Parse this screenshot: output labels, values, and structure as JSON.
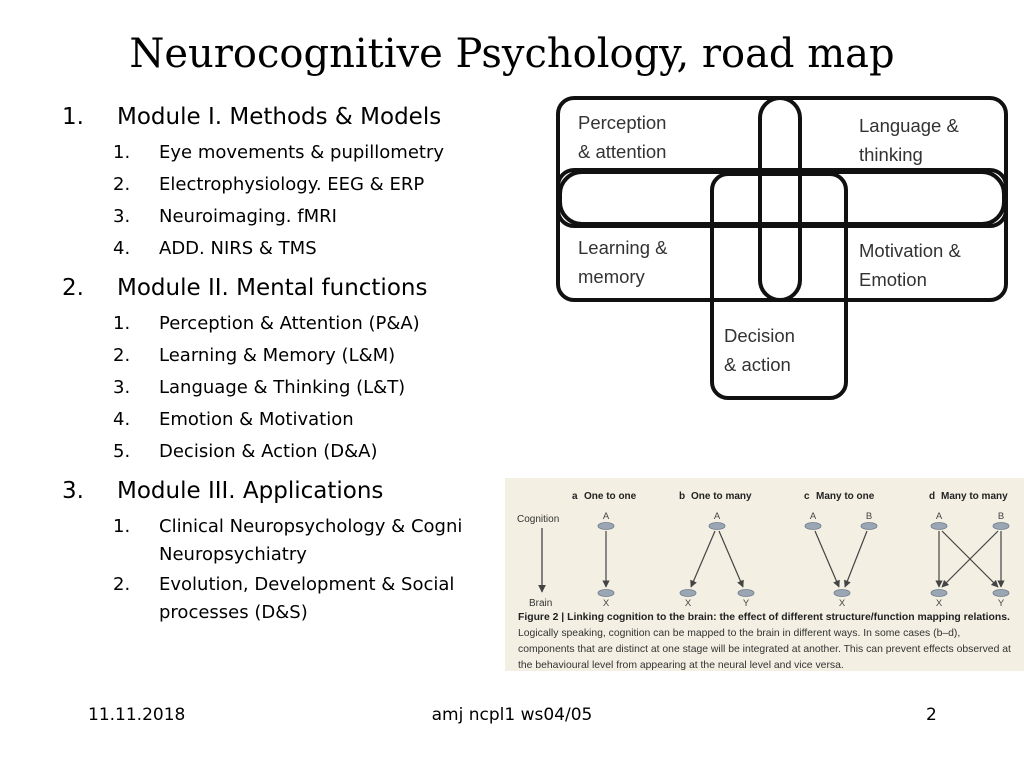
{
  "slide": {
    "title": "Neurocognitive Psychology, road map"
  },
  "modules": [
    {
      "num": "1.",
      "label": "Module I. Methods & Models",
      "items": [
        {
          "num": "1.",
          "label": "Eye movements & pupillometry"
        },
        {
          "num": "2.",
          "label": "Electrophysiology. EEG & ERP"
        },
        {
          "num": "3.",
          "label": "Neuroimaging. fMRI"
        },
        {
          "num": "4.",
          "label": "ADD. NIRS & TMS"
        }
      ]
    },
    {
      "num": "2.",
      "label": "Module II. Mental functions",
      "items": [
        {
          "num": "1.",
          "label": "Perception & Attention (P&A)"
        },
        {
          "num": "2.",
          "label": "Learning & Memory (L&M)"
        },
        {
          "num": "3.",
          "label": "Language & Thinking (L&T)"
        },
        {
          "num": "4.",
          "label": "Emotion & Motivation"
        },
        {
          "num": "5.",
          "label": "Decision & Action (D&A)"
        }
      ]
    },
    {
      "num": "3.",
      "label": "Module III. Applications",
      "items": [
        {
          "num": "1.",
          "label": "Clinical Neuropsychology & Cogni",
          "label2": "Neuropsychiatry"
        },
        {
          "num": "2.",
          "label": "Evolution, Development & Social",
          "label2": "processes (D&S)"
        }
      ]
    }
  ],
  "roadmap": {
    "perception_1": "Perception",
    "perception_2": "& attention",
    "language_1": "Language &",
    "language_2": "thinking",
    "learning_1": "Learning &",
    "learning_2": "memory",
    "motivation_1": "Motivation &",
    "motivation_2": "Emotion",
    "decision_1": "Decision",
    "decision_2": "& action"
  },
  "figure": {
    "cognition": "Cognition",
    "brain": "Brain",
    "panels": [
      {
        "letter": "a",
        "title": "One to one"
      },
      {
        "letter": "b",
        "title": "One to many"
      },
      {
        "letter": "c",
        "title": "Many to one"
      },
      {
        "letter": "d",
        "title": "Many to many"
      }
    ],
    "node_a": "A",
    "node_b": "B",
    "node_x": "X",
    "node_y": "Y",
    "caption_bold": "Figure 2 | Linking cognition to the brain: the effect of different structure/function mapping relations.",
    "caption_text": " Logically speaking, cognition can be mapped to the brain in different ways. In some cases (b–d), components that are distinct at one stage will be integrated at another. This can prevent effects observed at the behavioural level from appearing at the neural level and vice versa."
  },
  "footer": {
    "date": "11.11.2018",
    "center": "amj ncpl1 ws04/05",
    "page": "2"
  }
}
